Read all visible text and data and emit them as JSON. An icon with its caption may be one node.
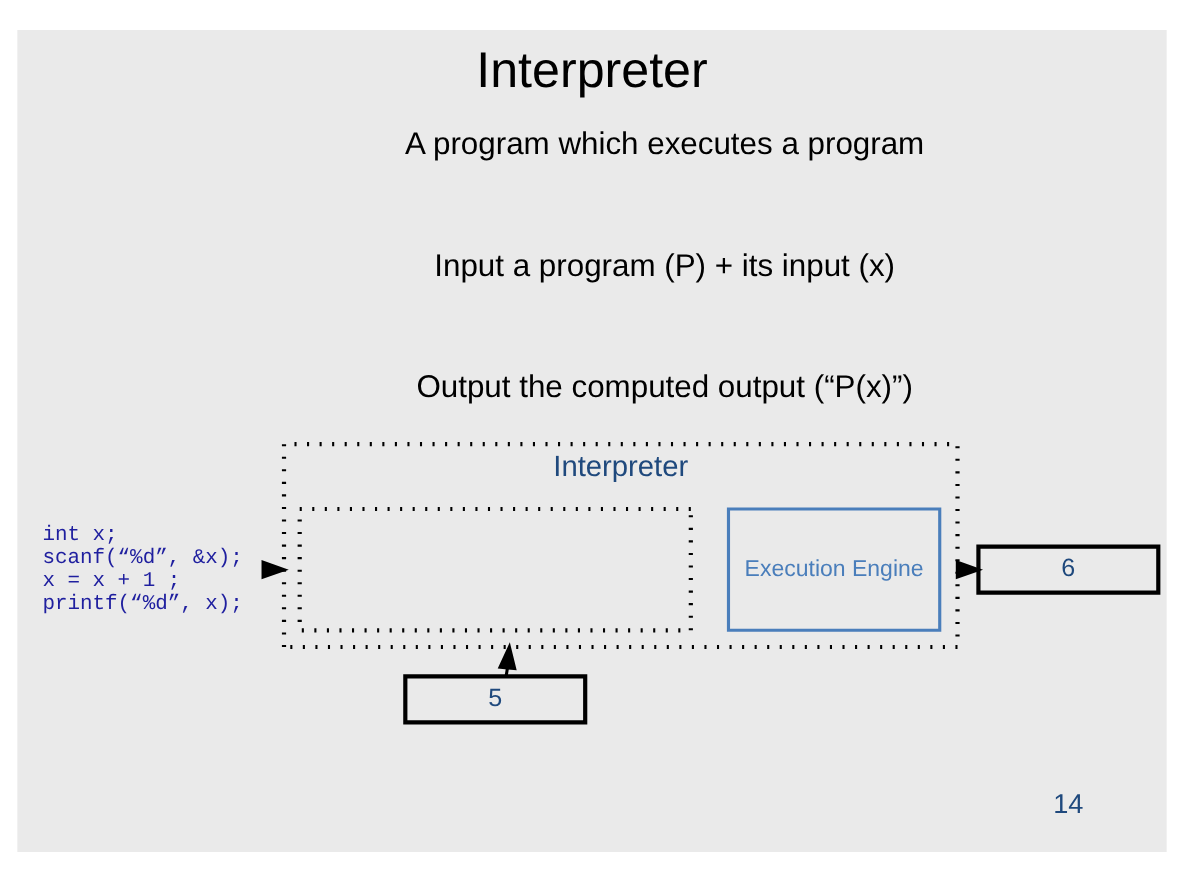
{
  "diagram": {
    "title": "Interpreter",
    "nodes": [
      {
        "text": [
          "Interpreter"
        ]
      },
      {
        "text": [],
        "shape": "box",
        "in": 0
      },
      {
        "text": [
          "Execution Engine"
        ],
        "in": 0
      },
      {
        "text": [
          "int x;",
          "scanf(“%d”, &x);",
          "x = x + 1 ;",
          "printf(“%d”, x);"
        ]
      },
      {
        "text": [
          "6"
        ]
      },
      {
        "text": [
          "5"
        ]
      }
    ],
    "edges": [
      {
        "from": 3,
        "to": 0,
        "arrow": "to"
      },
      {
        "from": 0,
        "to": 4,
        "arrow": "to"
      },
      {
        "from": 5,
        "to": 0,
        "arrow": "to"
      }
    ],
    "labels": [
      "A program which executes a program",
      "Input a program (P) + its input (x)",
      "Output the computed output (“P(x)”)",
      "14"
    ]
  }
}
